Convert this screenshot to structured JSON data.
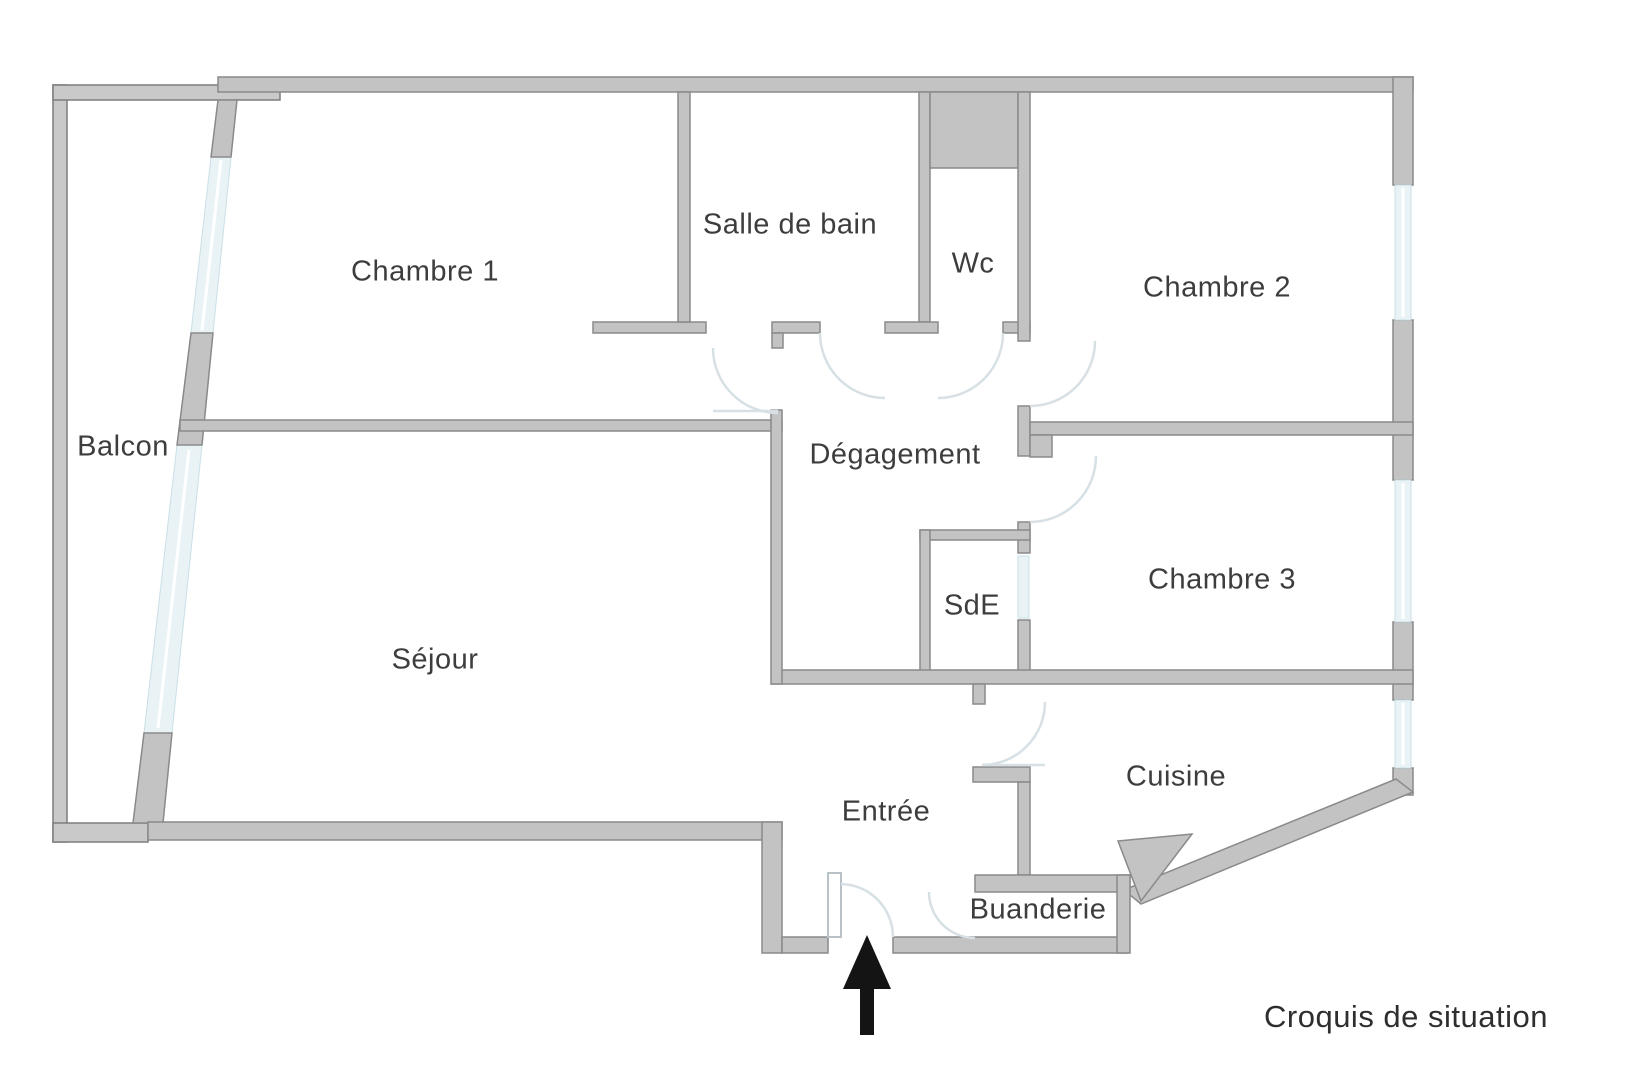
{
  "plan": {
    "type": "apartment-floor-plan",
    "caption": "Croquis de situation",
    "rooms": {
      "balcon": {
        "label": "Balcon"
      },
      "chambre1": {
        "label": "Chambre 1"
      },
      "salle_de_bain": {
        "label": "Salle de bain"
      },
      "wc": {
        "label": "Wc"
      },
      "chambre2": {
        "label": "Chambre 2"
      },
      "degagement": {
        "label": "Dégagement"
      },
      "chambre3": {
        "label": "Chambre 3"
      },
      "sde": {
        "label": "SdE"
      },
      "sejour": {
        "label": "Séjour"
      },
      "entree": {
        "label": "Entrée"
      },
      "cuisine": {
        "label": "Cuisine"
      },
      "buanderie": {
        "label": "Buanderie"
      }
    },
    "icons": {
      "entrance_arrow": "up-arrow-entrance-marker"
    },
    "colors": {
      "background": "#ffffff",
      "wall_fill": "#c3c3c3",
      "wall_stroke": "#8a8a8a",
      "window_glazing": "#e9f3f6",
      "door_arc": "#d7e0e4",
      "text": "#3d3d3d",
      "arrow": "#141414"
    }
  }
}
